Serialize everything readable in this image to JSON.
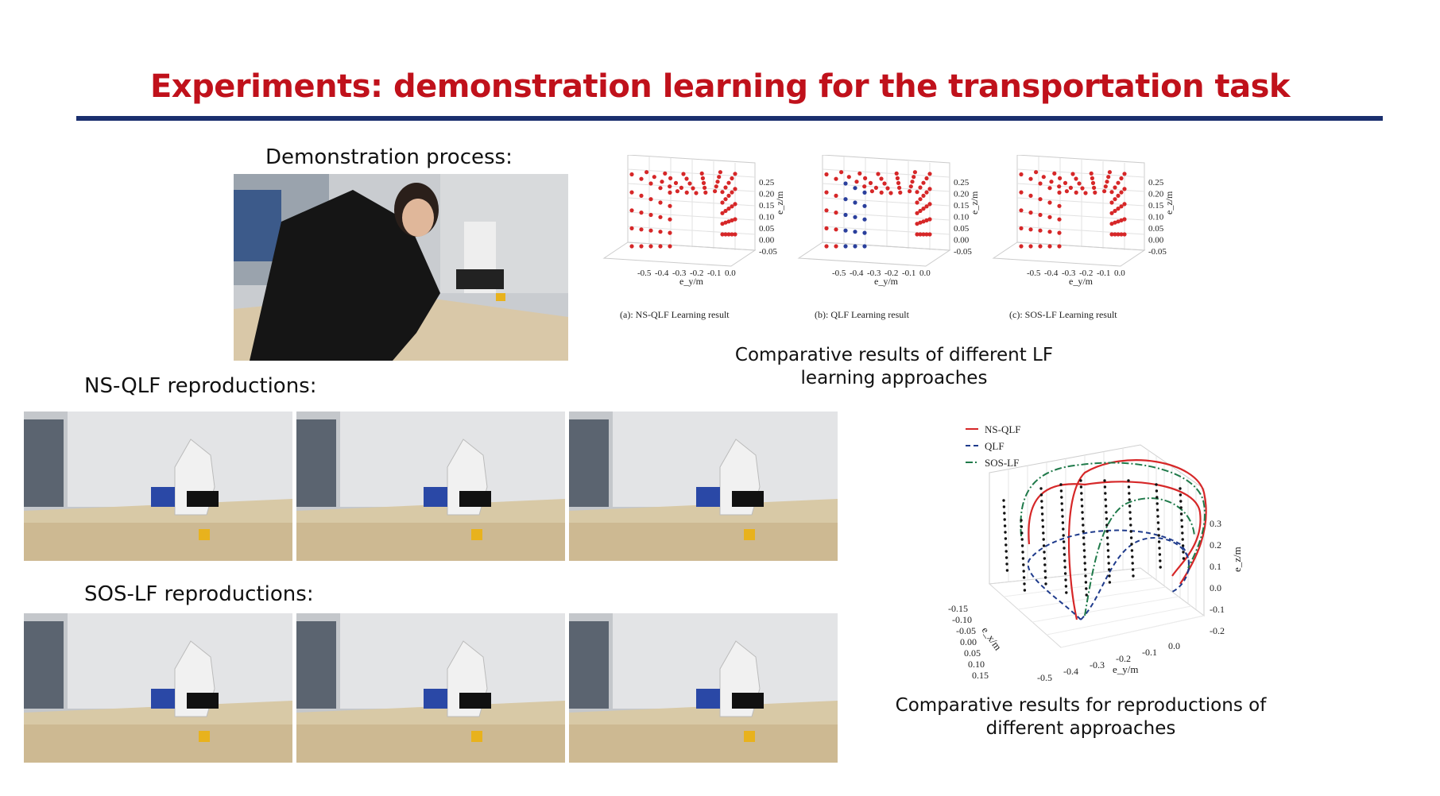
{
  "title": "Experiments: demonstration learning for the transportation task",
  "demo": {
    "caption": "Demonstration process:"
  },
  "nsqlf": {
    "caption": "NS-QLF reproductions:"
  },
  "soslf": {
    "caption": "SOS-LF reproductions:"
  },
  "lf_compare": {
    "caption_line1": "Comparative results of different LF",
    "caption_line2": "learning approaches",
    "panels": [
      {
        "subcaption": "(a): NS-QLF Learning result"
      },
      {
        "subcaption": "(b): QLF Learning result"
      },
      {
        "subcaption": "(c): SOS-LF Learning result"
      }
    ],
    "z_ticks": [
      "0.25",
      "0.20",
      "0.15",
      "0.10",
      "0.05",
      "0.00",
      "-0.05"
    ],
    "z_label": "e_z/m",
    "y_ticks": [
      "-0.5",
      "-0.4",
      "-0.3",
      "-0.2",
      "-0.1",
      "0.0"
    ],
    "y_label": "e_y/m"
  },
  "repro_compare": {
    "caption_line1": "Comparative results for reproductions of",
    "caption_line2": "different approaches",
    "legend": [
      "NS-QLF",
      "QLF",
      "SOS-LF"
    ],
    "z_ticks": [
      "0.3",
      "0.2",
      "0.1",
      "0.0",
      "-0.1",
      "-0.2"
    ],
    "z_label": "e_z/m",
    "x_ticks": [
      "-0.15",
      "-0.10",
      "-0.05",
      "0.00",
      "0.05",
      "0.10",
      "0.15"
    ],
    "x_label": "e_x/m",
    "y_ticks": [
      "-0.5",
      "-0.4",
      "-0.3",
      "-0.2",
      "-0.1",
      "0.0"
    ],
    "y_label": "e_y/m",
    "colors": {
      "ns_qlf": "#d62728",
      "qlf": "#1f3b8c",
      "sos_lf": "#1f7a4a"
    }
  }
}
